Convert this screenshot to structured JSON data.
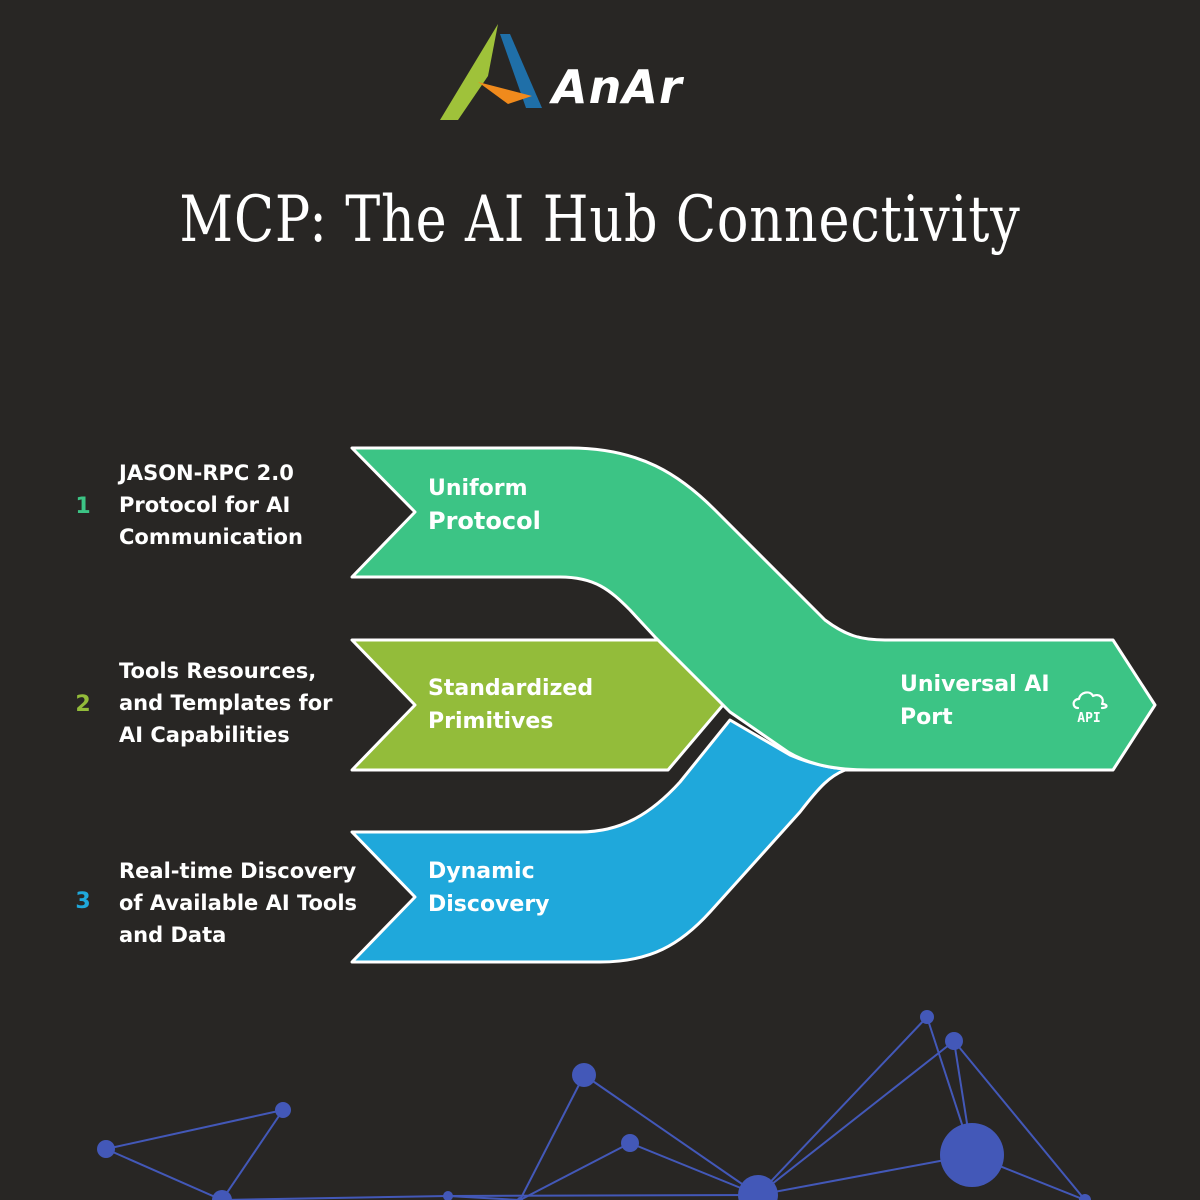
{
  "logo": {
    "text": "AnAr"
  },
  "title": "MCP: The AI Hub Connectivity",
  "items": [
    {
      "number": "1",
      "description_lines": [
        "JASON-RPC 2.0",
        "Protocol for AI",
        "Communication"
      ],
      "label_lines": [
        "Uniform",
        "Protocol"
      ],
      "color": "#3cc485"
    },
    {
      "number": "2",
      "description_lines": [
        "Tools Resources,",
        "and Templates for",
        "AI Capabilities"
      ],
      "label_lines": [
        "Standardized",
        "Primitives"
      ],
      "color": "#93bc3a"
    },
    {
      "number": "3",
      "description_lines": [
        "Real-time Discovery",
        "of Available AI Tools",
        "and Data"
      ],
      "label_lines": [
        "Dynamic",
        "Discovery"
      ],
      "color": "#1fa8db"
    }
  ],
  "output": {
    "label_lines": [
      "Universal AI",
      "Port"
    ],
    "icon": "cloud-api-icon",
    "icon_text": "API",
    "color": "#3cc485"
  },
  "colors": {
    "background": "#282624",
    "network": "#4358b8",
    "logo_green": "#9fc23a",
    "logo_blue": "#1f6fa8",
    "logo_orange": "#f08a1c"
  }
}
